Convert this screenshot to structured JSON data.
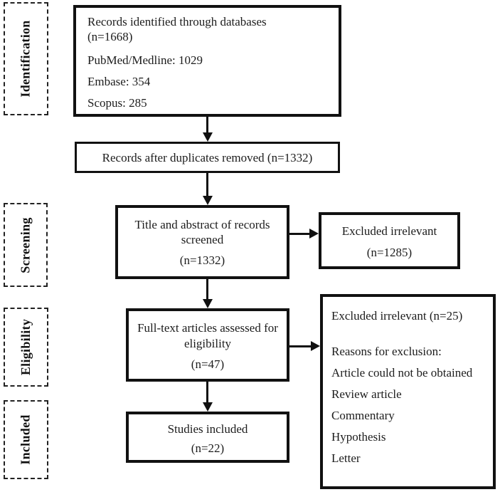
{
  "stages": [
    {
      "label": "Identification"
    },
    {
      "label": "Screening"
    },
    {
      "label": "Eligibility"
    },
    {
      "label": "Included"
    }
  ],
  "boxes": {
    "identified": {
      "line1": "Records identified through databases",
      "line2": "(n=1668)",
      "sources": [
        "PubMed/Medline: 1029",
        "Embase: 354",
        "Scopus: 285"
      ]
    },
    "duplicates_removed": {
      "text": "Records after duplicates removed (n=1332)"
    },
    "screened": {
      "title": "Title and abstract of records screened",
      "count": "(n=1332)"
    },
    "excluded_screening": {
      "title": "Excluded irrelevant",
      "count": "(n=1285)"
    },
    "fulltext": {
      "title": "Full-text articles assessed for eligibility",
      "count": "(n=47)"
    },
    "excluded_eligibility": {
      "title": "Excluded irrelevant (n=25)",
      "reasons_heading": "Reasons for exclusion:",
      "reasons": [
        "Article could not be obtained",
        "Review article",
        "Commentary",
        "Hypothesis",
        "Letter"
      ]
    },
    "included": {
      "title": "Studies included",
      "count": "(n=22)"
    }
  },
  "colors": {
    "line": "#111111",
    "text": "#1c1c1c",
    "background": "#ffffff"
  }
}
